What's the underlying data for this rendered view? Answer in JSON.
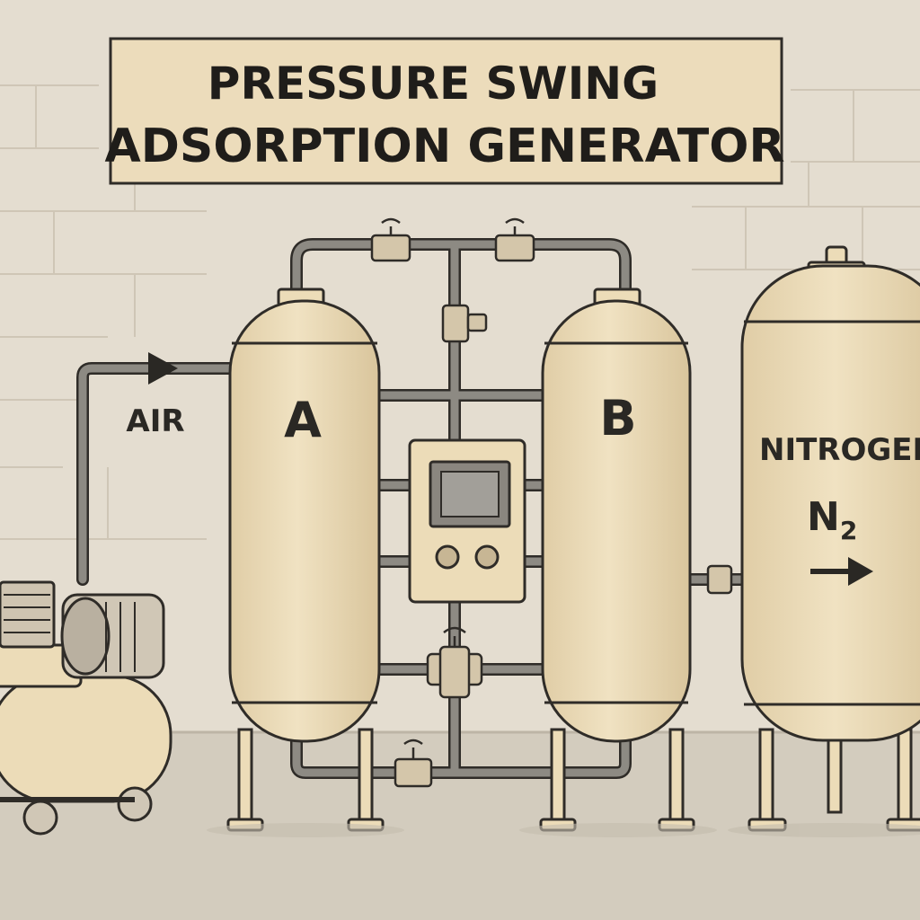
{
  "title": {
    "line1": "PRESSURE SWING",
    "line2": "ADSORPTION GENERATOR"
  },
  "labels": {
    "air": "AIR",
    "tank_a": "A",
    "tank_b": "B",
    "nitrogen": "NITROGEN",
    "n2_main": "N",
    "n2_sub": "2"
  },
  "colors": {
    "wall": "#e4ddd0",
    "floor": "#d2cbbd",
    "tank_fill": "#ecdcb8",
    "pipe": "#8d8a83",
    "outline": "#2f2c28",
    "title_bg": "#ecdcbb"
  }
}
